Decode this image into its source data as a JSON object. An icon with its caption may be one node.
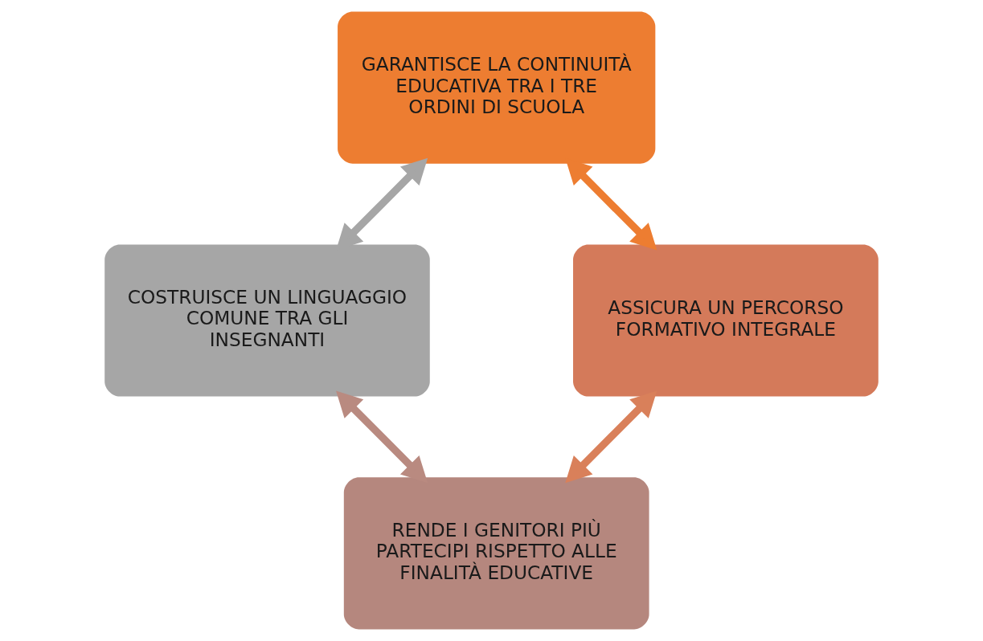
{
  "diagram": {
    "nodes": [
      {
        "text": [
          "GARANTISCE LA CONTINUITÀ EDUCATIVA TRA I TRE ORDINI DI SCUOLA"
        ]
      },
      {
        "text": [
          "COSTRUISCE UN LINGUAGGIO COMUNE TRA GLI INSEGNANTI"
        ]
      },
      {
        "text": [
          "ASSICURA UN PERCORSO FORMATIVO INTEGRALE"
        ]
      },
      {
        "text": [
          "RENDE I GENITORI PIÙ PARTECIPI RISPETTO ALLE FINALITÀ EDUCATIVE"
        ]
      }
    ],
    "edges": [
      {
        "from": 0,
        "to": 2,
        "arrow": "both",
        "color": "#ed7d31"
      },
      {
        "from": 2,
        "to": 3,
        "arrow": "both",
        "color": "#d9805a"
      },
      {
        "from": 3,
        "to": 1,
        "arrow": "both",
        "color": "#b98a80"
      },
      {
        "from": 1,
        "to": 0,
        "arrow": "both",
        "color": "#a6a6a6"
      }
    ]
  }
}
